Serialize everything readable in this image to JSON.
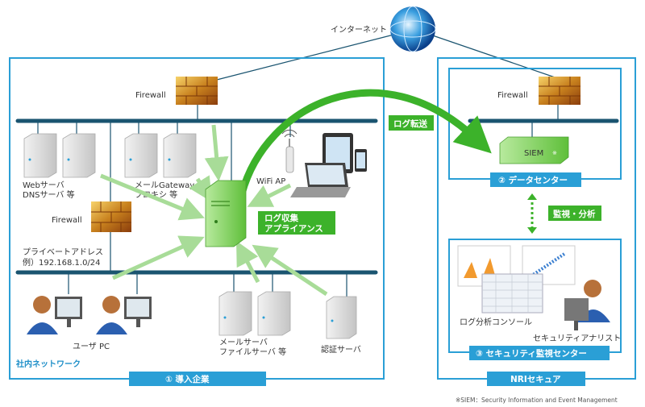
{
  "labels": {
    "internet": "インターネット",
    "firewall_top_left": "Firewall",
    "firewall_mid": "Firewall",
    "firewall_right": "Firewall",
    "web_servers": [
      "Webサーバ",
      "DNSサーバ 等"
    ],
    "mail_gateway": [
      "メールGateway",
      "プロキシ 等"
    ],
    "wifi_ap": "WiFi AP",
    "log_appliance": [
      "ログ収集",
      "アプライアンス"
    ],
    "private_address": [
      "プライベートアドレス",
      "例）192.168.1.0/24"
    ],
    "user_pc": "ユーザ PC",
    "mail_file_servers": [
      "メールサーバ",
      "ファイルサーバ 等"
    ],
    "auth_server": "認証サーバ",
    "internal_network": "社内ネットワーク",
    "client_company": "① 導入企業",
    "log_transfer": "ログ転送",
    "siem": "SIEM",
    "siem_mark": "※",
    "data_center": "② データセンター",
    "monitor_analysis": "監視・分析",
    "log_console": "ログ分析コンソール",
    "security_analyst": "セキュリティアナリスト",
    "soc": "③ セキュリティ監視センター",
    "nri_secure": "NRIセキュア",
    "footnote": "※SIEM：Security Information and Event Management"
  },
  "colors": {
    "frame_blue": "#2a9fd6",
    "bus_blue": "#1a5470",
    "accent_green": "#3cb22a",
    "light_green": "#a8dc98"
  }
}
